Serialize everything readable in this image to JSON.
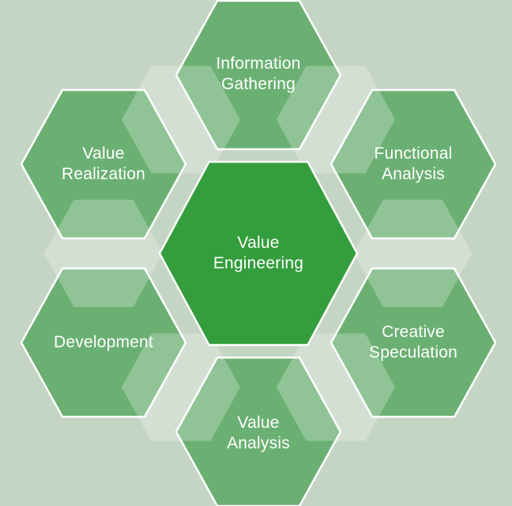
{
  "diagram": {
    "center": {
      "id": "value-engineering",
      "label": "Value\nEngineering"
    },
    "nodes": [
      {
        "id": "information-gathering",
        "label": "Information\nGathering"
      },
      {
        "id": "functional-analysis",
        "label": "Functional\nAnalysis"
      },
      {
        "id": "creative-speculation",
        "label": "Creative\nSpeculation"
      },
      {
        "id": "value-analysis",
        "label": "Value\nAnalysis"
      },
      {
        "id": "development",
        "label": "Development"
      },
      {
        "id": "value-realization",
        "label": "Value\nRealization"
      }
    ],
    "colors": {
      "background": "#c5d5c4",
      "node-fill": "#6bb073",
      "center-fill": "#349e3d",
      "stroke": "#ffffff",
      "text": "#ffffff",
      "accent-overlay": "#ffffff"
    }
  }
}
